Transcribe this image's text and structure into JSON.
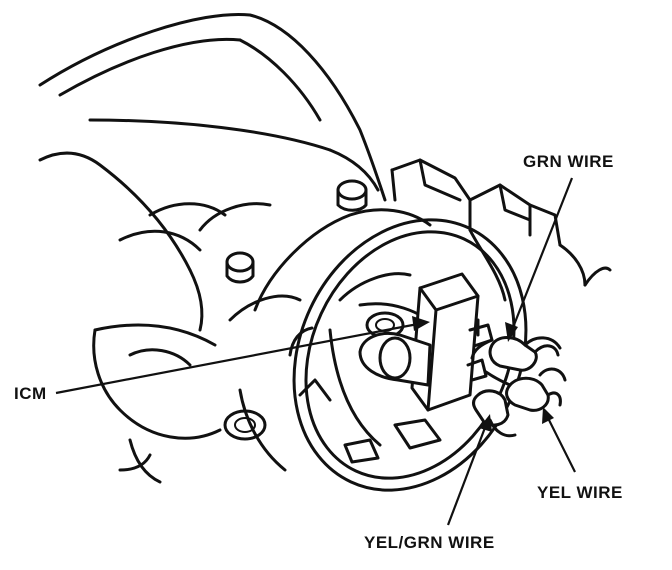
{
  "diagram": {
    "callouts": {
      "grn_wire": "GRN WIRE",
      "icm": "ICM",
      "yel_wire": "YEL WIRE",
      "yel_grn_wire": "YEL/GRN WIRE"
    }
  },
  "colors": {
    "ink": "#111111",
    "paper": "#ffffff"
  }
}
